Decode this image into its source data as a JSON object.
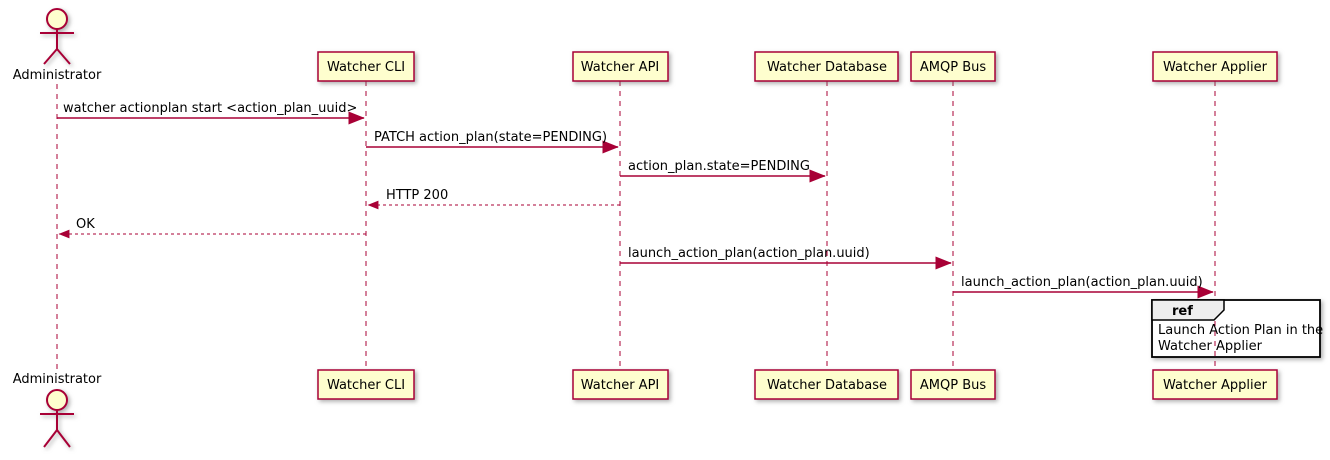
{
  "diagram": {
    "type": "uml-sequence-diagram",
    "colors": {
      "participant_fill": "#FEFECE",
      "participant_border": "#A80036",
      "arrow": "#A80036",
      "lifeline": "#A80036",
      "text": "#000000",
      "ref_fill": "#FFFFFF",
      "ref_border": "#000000",
      "ref_tab_fill": "#EEEEEE"
    },
    "actor": {
      "name": "Administrator"
    },
    "participants": [
      {
        "label": "Watcher CLI"
      },
      {
        "label": "Watcher API"
      },
      {
        "label": "Watcher Database"
      },
      {
        "label": "AMQP Bus"
      },
      {
        "label": "Watcher Applier"
      }
    ],
    "messages": [
      {
        "from": "Administrator",
        "to": "Watcher CLI",
        "style": "solid",
        "label": "watcher actionplan start <action_plan_uuid>"
      },
      {
        "from": "Watcher CLI",
        "to": "Watcher API",
        "style": "solid",
        "label": "PATCH action_plan(state=PENDING)"
      },
      {
        "from": "Watcher API",
        "to": "Watcher Database",
        "style": "solid",
        "label": "action_plan.state=PENDING"
      },
      {
        "from": "Watcher API",
        "to": "Watcher CLI",
        "style": "dashed-return",
        "label": "HTTP 200"
      },
      {
        "from": "Watcher CLI",
        "to": "Administrator",
        "style": "dashed-return",
        "label": "OK"
      },
      {
        "from": "Watcher API",
        "to": "AMQP Bus",
        "style": "solid",
        "label": "launch_action_plan(action_plan.uuid)"
      },
      {
        "from": "AMQP Bus",
        "to": "Watcher Applier",
        "style": "solid",
        "label": "launch_action_plan(action_plan.uuid)"
      }
    ],
    "ref": {
      "keyword": "ref",
      "over": "Watcher Applier",
      "lines": [
        "Launch Action Plan in the",
        "Watcher Applier"
      ]
    }
  }
}
